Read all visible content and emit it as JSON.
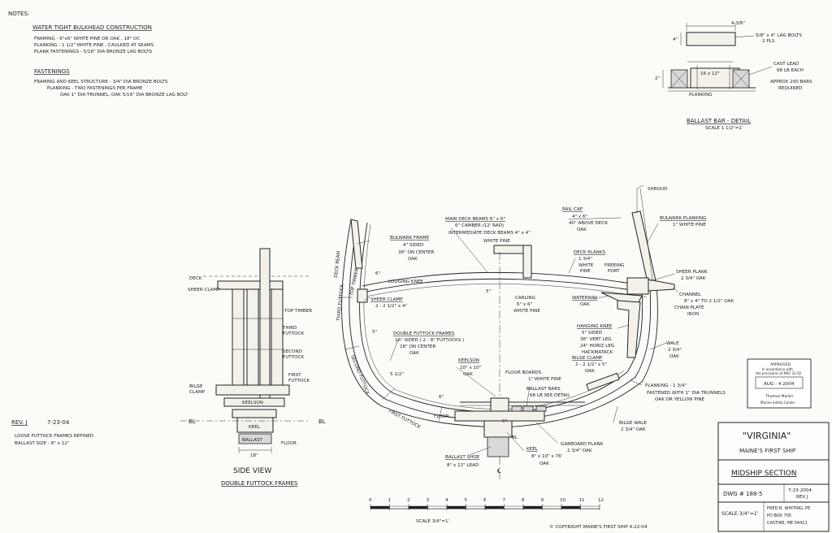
{
  "notes": {
    "heading": "NOTES:",
    "bulkhead": {
      "title": "WATER TIGHT BULKHEAD CONSTRUCTION",
      "lines": [
        "FRAMING - 6\"x6\" WHITE PINE OR OAK , 18\" OC",
        "PLANKING - 1 1/2\" WHITE PINE , CAULKED AT SEAMS",
        "PLANK FASTENINGS - 5/16\" DIA BRONZE LAG BOLTS"
      ]
    },
    "fastenings": {
      "title": "FASTENINGS",
      "lines": [
        "FRAMING AND KEEL STRUCTURE - 3/4\" DIA BRONZE BOLTS",
        "PLANKING - TWO FASTENINGS PER FRAME",
        "OAK 1\" DIA TRUNNEL, OAK 5/16\" DIA BRONZE LAG BOLT"
      ]
    }
  },
  "ballast_detail": {
    "dim_width": "4 3/8\"",
    "dim_height": "4\"",
    "dim_left": "2\"",
    "bolt_note": [
      "5/8\" x 4\" LAG BOLTS",
      "2 PLS"
    ],
    "lead_note": [
      "CAST LEAD",
      "68 LB EACH"
    ],
    "approx_note": [
      "APPROX 200 BARS",
      "REQUIRED"
    ],
    "bar_label": "16 x 12\"",
    "planking_label": "PLANKING",
    "title": "BALLAST BAR - DETAIL",
    "scale": "SCALE 1 1/2\"=1'"
  },
  "side_view": {
    "labels": {
      "deck": "DECK",
      "sheer_clamp": "SHEER CLAMP",
      "top_timber": "TOP TIMBER",
      "third_futtock": [
        "THIRD",
        "FUTTOCK"
      ],
      "second_futtock": [
        "SECOND",
        "FUTTOCK"
      ],
      "first_futtock": [
        "FIRST",
        "FUTTOCK"
      ],
      "bilge_clamp": [
        "BILGE",
        "CLAMP"
      ],
      "keelson": "KEELSON",
      "keel": "KEEL",
      "ballast": "BALLAST",
      "floor": "FLOOR",
      "bl_left": "BL",
      "bl_right": "BL",
      "dim": "18\""
    },
    "title": "SIDE VIEW",
    "subtitle": "DOUBLE FUTTOCK FRAMES"
  },
  "revision": {
    "label": "REV. J",
    "date": "7-23-04",
    "items": [
      "LOOSE FUTTOCK FRAMES REFINED",
      "BALLAST SIZE - 8\" x 12\""
    ]
  },
  "midship": {
    "shroud": "SHROUD",
    "rail_cap": [
      "RAIL CAP",
      "4\" x 6\"",
      "40\" ABOVE DECK",
      "OAK"
    ],
    "bulwark_planking": [
      "BULWARK PLANKING",
      "1\" WHITE PINE"
    ],
    "main_deck_beams": [
      "MAIN DECK BEAMS 6\" x 6\"",
      "6\" CAMBER (12' RAD)"
    ],
    "intermediate_deck_beams": [
      "INTERMEDIATE DECK BEAMS 4\" x 4\"",
      "WHITE PINE"
    ],
    "bulwark_frame": [
      "BULWARK FRAME",
      "4\" SIDED",
      "36\" ON CENTER",
      "OAK"
    ],
    "deck_planks": [
      "DECK PLANKS",
      "1 3/4\"",
      "WHITE",
      "PINE"
    ],
    "freeing_port": [
      "FREEING",
      "PORT"
    ],
    "sheer_plank": [
      "SHEER PLANK",
      "2 3/4\" OAK"
    ],
    "lodging_knee": "LODGING KNEE",
    "sheer_clamp": [
      "SHEER CLAMP",
      "2 - 2 1/2\" x 4\""
    ],
    "carling": [
      "CARLING",
      "6\" x 6\"",
      "WHITE PINE"
    ],
    "waterway": [
      "WATERWAY",
      "OAK"
    ],
    "channel": [
      "CHANNEL",
      "8\" x 4\" TO 2 1/2\" OAK"
    ],
    "chain_plate": [
      "CHAIN PLATE",
      "IRON"
    ],
    "hanging_knee": [
      "HANGING KNEE",
      "5\" SIDED",
      "36\" VERT LEG",
      "24\" HORIZ LEG",
      "HACKMATACK"
    ],
    "double_futtock": [
      "DOUBLE FUTTOCK FRAMES",
      "16\" SIDED ( 2 - 8\" FUTTOCKS )",
      "18\" ON CENTER",
      "OAK"
    ],
    "keelson": [
      "KEELSON",
      "10\" x 10\"",
      "OAK"
    ],
    "floor_boards": [
      "FLOOR BOARDS",
      "1\" WHITE PINE"
    ],
    "ballast_bars": [
      "BALLAST BARS",
      "68 LB SEE DETAIL"
    ],
    "bilge_clamp": [
      "BILGE CLAMP",
      "2 - 2 1/2\" x 5\"",
      "OAK"
    ],
    "wale": [
      "WALE",
      "2 3/4\"",
      "OAK"
    ],
    "planking": [
      "PLANKING - 1 3/4\"",
      "FASTENED WITH 1\" DIA TRUNNELS",
      "OAK OR YELLOW PINE"
    ],
    "bilge_wale": [
      "BILGE WALE",
      "2 3/4\" OAK"
    ],
    "garboard_plank": [
      "GARBOARD PLANK",
      "2 3/4\" OAK"
    ],
    "keel": [
      "KEEL",
      "8\" x 10\" x 76'",
      "OAK"
    ],
    "ballast_shoe": [
      "BALLAST SHOE",
      "8\" x 12\" LEAD"
    ],
    "floor": "FLOOR",
    "first_futtock": "FIRST FUTTOCK",
    "second_futtock": "SECOND FUTTOCK",
    "third_futtock": "THIRD FUTTOCK",
    "top_timber": "TOP TIMBER",
    "deck_beam": "DECK BEAM",
    "dim_6": "6\"",
    "dim_5": "5\"",
    "dim_5b": "5\"",
    "dim_5d": "5 1/2\"",
    "dim_6b": "6\"",
    "dim_5bb": "5\"",
    "bl": "BL",
    "cl": "℄"
  },
  "scale_bar": {
    "ticks": [
      "0",
      "1",
      "2",
      "3",
      "4",
      "5",
      "6",
      "7",
      "8",
      "9",
      "10",
      "11",
      "12"
    ],
    "label": "SCALE 3/4\"=1'"
  },
  "copyright": "© COPYRIGHT MAINE'S FIRST SHIP 4-22-04",
  "stamp": {
    "line1": "APPROVED",
    "line2": "In accordance with",
    "line3": "the provisions of MSC 22-02",
    "date": "AUG - 4 2004",
    "line4": "Thomas Martin",
    "line5": "Marine Safety Center"
  },
  "title_block": {
    "title": "\"VIRGINIA\"",
    "subtitle": "MAINE'S FIRST SHIP",
    "drawing": "MIDSHIP SECTION",
    "dwg_no": "DWG # 188-5",
    "date": "7-23-2004",
    "rev": "REV J",
    "scale": "SCALE 3/4\"=1'",
    "designer": "FRED B. WHITING, PE",
    "box": "PO BOX 705",
    "city": "CASTINE, ME 04421"
  }
}
